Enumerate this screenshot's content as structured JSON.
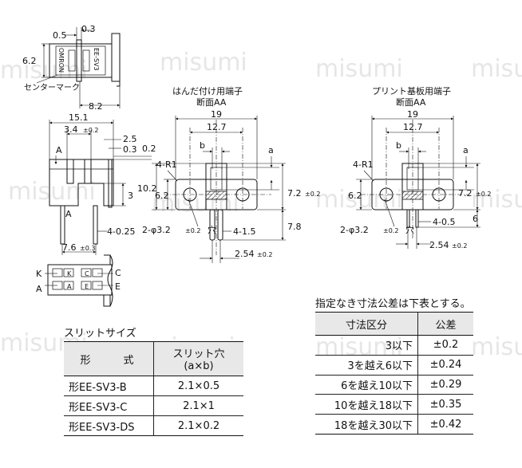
{
  "watermark": "misumi",
  "top_view": {
    "dim_05": "0.5",
    "dim_03": "0.3",
    "dim_62": "6.2",
    "dim_82": "8.2",
    "mark_label": "センターマーク",
    "brand_text": "OMRON",
    "model_text": "EE-SV3"
  },
  "front_view": {
    "dim_151": "15.1",
    "dim_34": "3.4",
    "tol_34": "±0.2",
    "dim_25": "2.5",
    "dim_03": "0.3",
    "dim_02": "0.2",
    "label_a": "A",
    "dim_3": "3",
    "label_a2": "A",
    "dim_4_025": "4-0.25",
    "dim_76": "7.6",
    "tol_76": "±0.3"
  },
  "bottom_view": {
    "label_k": "K",
    "label_a": "A",
    "label_c": "C",
    "label_e": "E",
    "pin_k": "K",
    "pin_a": "A",
    "pin_c": "C",
    "pin_e": "E"
  },
  "solder_view": {
    "title1": "はんだ付け用端子",
    "title2": "断面AA",
    "dim_19": "19",
    "dim_127": "12.7",
    "label_b": "b",
    "label_a": "a",
    "dim_4r1": "4-R1",
    "dim_102": "10.2",
    "dim_62": "6.2",
    "dim_72": "7.2",
    "tol_72": "±0.2",
    "dim_hole": "2-φ3.2",
    "tol_hole": "±0.2",
    "hole_suffix": "穴",
    "dim_4_15": "4-1.5",
    "dim_78": "7.8",
    "dim_254": "2.54",
    "tol_254": "±0.2"
  },
  "pcb_view": {
    "title1": "プリント基板用端子",
    "title2": "断面AA",
    "dim_19": "19",
    "dim_127": "12.7",
    "label_b": "b",
    "label_a": "a",
    "dim_4r1": "4-R1",
    "dim_62": "6.2",
    "dim_72": "7.2",
    "tol_72": "±0.2",
    "dim_6": "6",
    "dim_4_05": "4-0.5",
    "dim_hole": "2-φ3.2",
    "tol_hole": "±0.2",
    "hole_suffix": "穴",
    "dim_254": "2.54",
    "tol_254": "±0.2"
  },
  "slit_table": {
    "caption": "スリットサイズ",
    "header_model": "形　式",
    "header_slit_1": "スリット穴",
    "header_slit_2": "(a×b)",
    "rows": [
      {
        "model": "形EE-SV3-B",
        "slit": "2.1×0.5"
      },
      {
        "model": "形EE-SV3-C",
        "slit": "2.1×1"
      },
      {
        "model": "形EE-SV3-DS",
        "slit": "2.1×0.2"
      }
    ]
  },
  "tolerance_table": {
    "caption": "指定なき寸法公差は下表とする。",
    "header_range": "寸法区分",
    "header_tol": "公差",
    "rows": [
      {
        "range": "3以下",
        "tol": "±0.2"
      },
      {
        "range": "3を越え6以下",
        "tol": "±0.24"
      },
      {
        "range": "6を越え10以下",
        "tol": "±0.29"
      },
      {
        "range": "10を越え18以下",
        "tol": "±0.35"
      },
      {
        "range": "18を越え30以下",
        "tol": "±0.42"
      }
    ]
  }
}
